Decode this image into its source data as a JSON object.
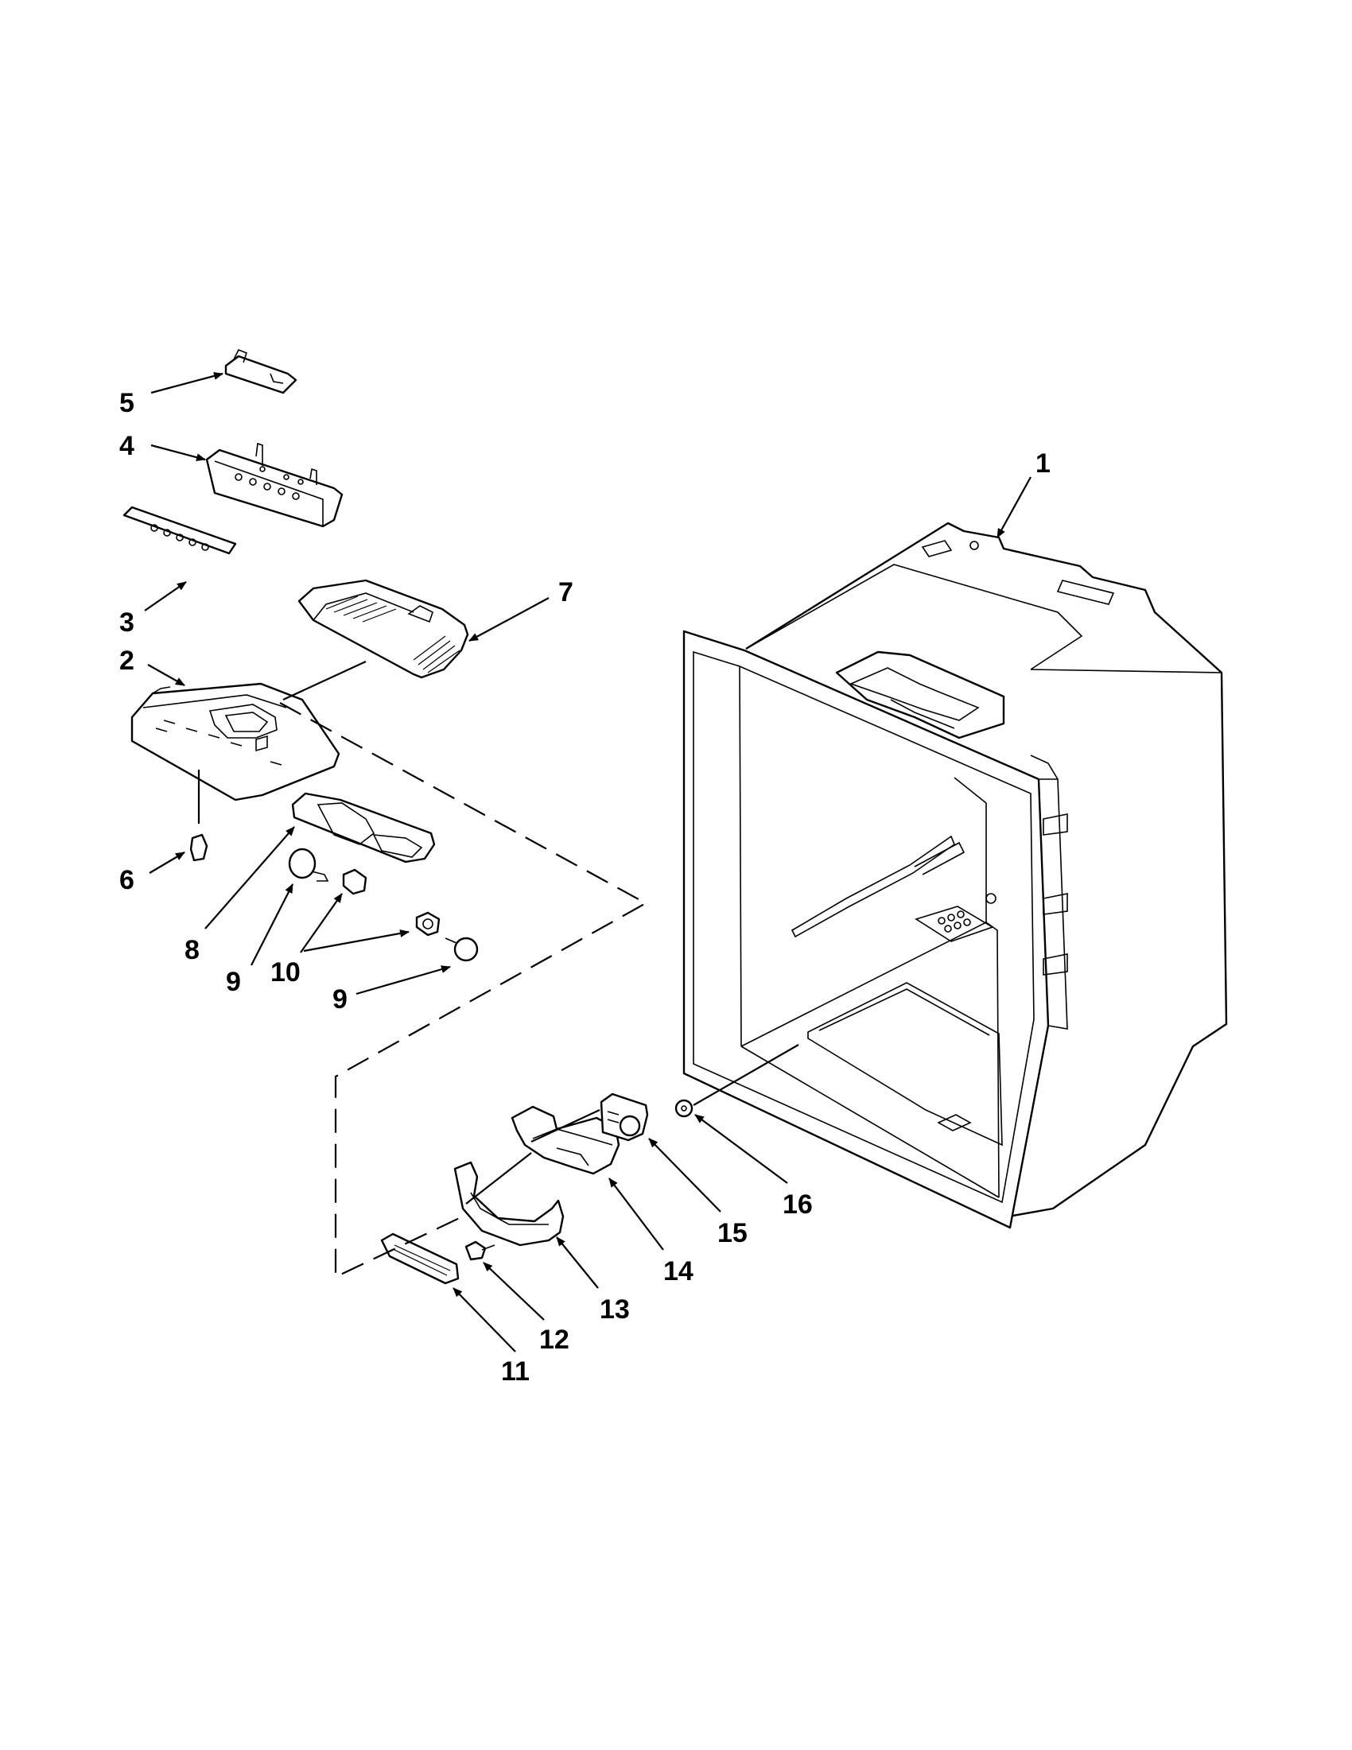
{
  "callouts": {
    "c1": "1",
    "c2": "2",
    "c3": "3",
    "c4": "4",
    "c5": "5",
    "c6": "6",
    "c7": "7",
    "c8": "8",
    "c9a": "9",
    "c9b": "9",
    "c10": "10",
    "c11": "11",
    "c12": "12",
    "c13": "13",
    "c14": "14",
    "c15": "15",
    "c16": "16"
  },
  "colors": {
    "ink": "#000000",
    "paper": "#ffffff"
  }
}
